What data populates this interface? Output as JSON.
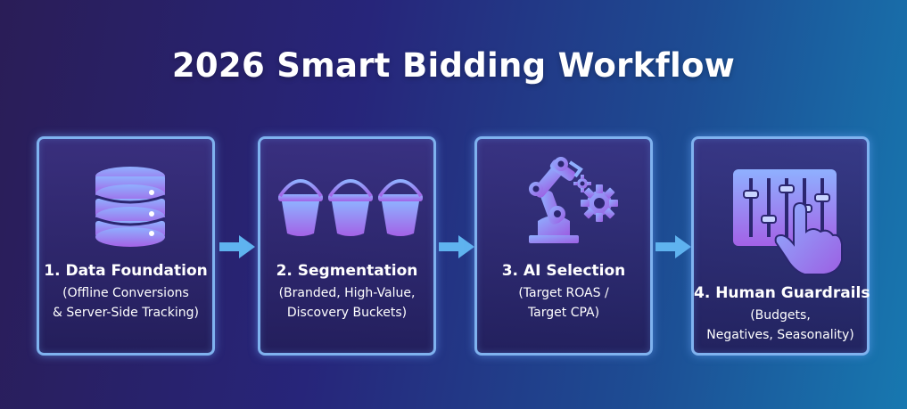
{
  "title": "2026 Smart Bidding Workflow",
  "steps": [
    {
      "title": "1. Data Foundation",
      "lines": [
        "(Offline Conversions",
        "& Server-Side Tracking)"
      ],
      "icon": "database-icon"
    },
    {
      "title": "2. Segmentation",
      "lines": [
        "(Branded, High-Value,",
        "Discovery Buckets)"
      ],
      "icon": "buckets-icon"
    },
    {
      "title": "3. AI Selection",
      "lines": [
        "(Target ROAS /",
        "Target CPA)"
      ],
      "icon": "robot-arm-icon"
    },
    {
      "title": "4. Human Guardrails",
      "lines": [
        "(Budgets,",
        "Negatives, Seasonality)"
      ],
      "icon": "hand-sliders-icon"
    }
  ],
  "colors": {
    "card_border": "#7fb2ef",
    "icon_top": "#8ea9ff",
    "icon_bottom": "#a366e8",
    "arrow": "#5fb3ef"
  }
}
